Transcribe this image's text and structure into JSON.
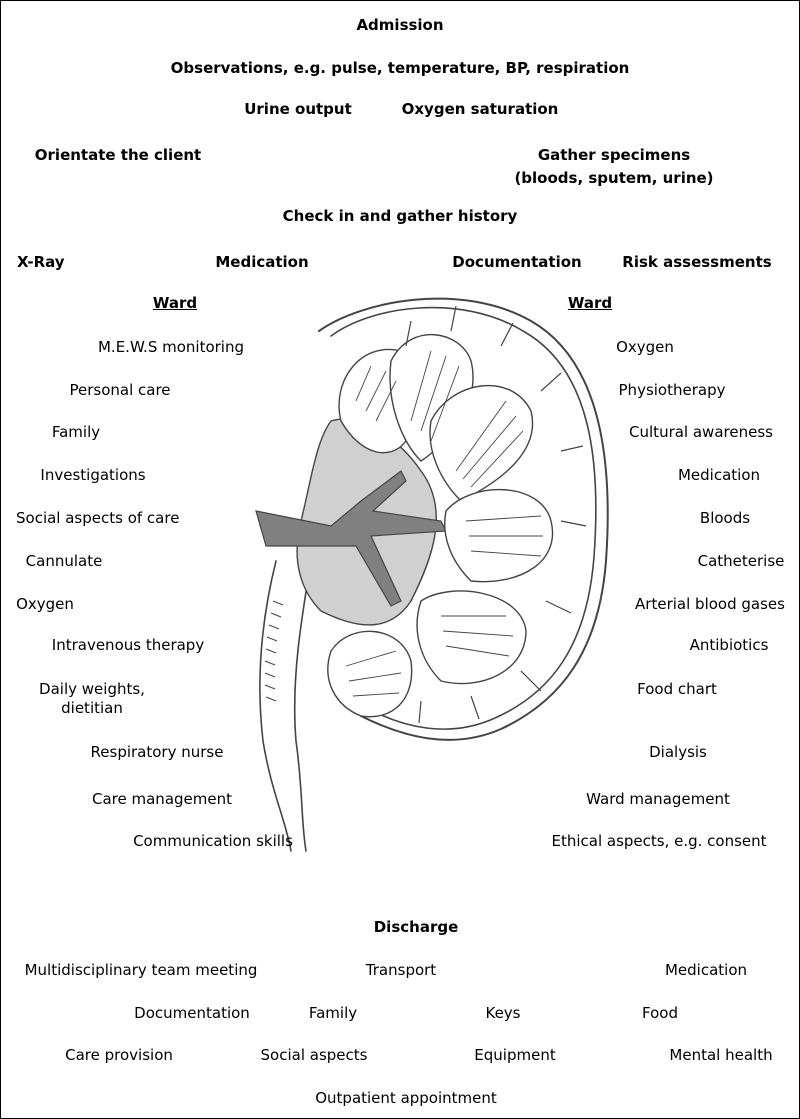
{
  "admission": {
    "title": "Admission",
    "observations": "Observations, e.g. pulse, temperature, BP, respiration",
    "urine_output": "Urine output",
    "oxygen_saturation": "Oxygen saturation",
    "orientate": "Orientate the client",
    "gather_specimens_line1": "Gather specimens",
    "gather_specimens_line2": "(bloods, sputem, urine)",
    "check_in": "Check in and gather history",
    "x_ray": "X-Ray",
    "medication": "Medication",
    "documentation": "Documentation",
    "risk_assessments": "Risk assessments"
  },
  "ward_left": {
    "heading": "Ward",
    "items": [
      "M.E.W.S monitoring",
      "Personal care",
      "Family",
      "Investigations",
      "Social aspects of care",
      "Cannulate",
      "Oxygen",
      "Intravenous therapy",
      "Daily weights,",
      "dietitian",
      "Respiratory nurse",
      "Care management",
      "Communication skills"
    ]
  },
  "ward_right": {
    "heading": "Ward",
    "items": [
      "Oxygen",
      "Physiotherapy",
      "Cultural awareness",
      "Medication",
      "Bloods",
      "Catheterise",
      "Arterial blood gases",
      "Antibiotics",
      "Food chart",
      "Dialysis",
      "Ward management",
      "Ethical aspects, e.g. consent"
    ]
  },
  "discharge": {
    "title": "Discharge",
    "items": [
      "Multidisciplinary team meeting",
      "Transport",
      "Medication",
      "Documentation",
      "Family",
      "Keys",
      "Food",
      "Care provision",
      "Social aspects",
      "Equipment",
      "Mental health",
      "Outpatient appointment"
    ]
  },
  "colors": {
    "text": "#000000",
    "pelvis_fill": "#d0d0d0",
    "ureter_dark": "#808080",
    "outline": "#444444",
    "background": "#ffffff"
  }
}
